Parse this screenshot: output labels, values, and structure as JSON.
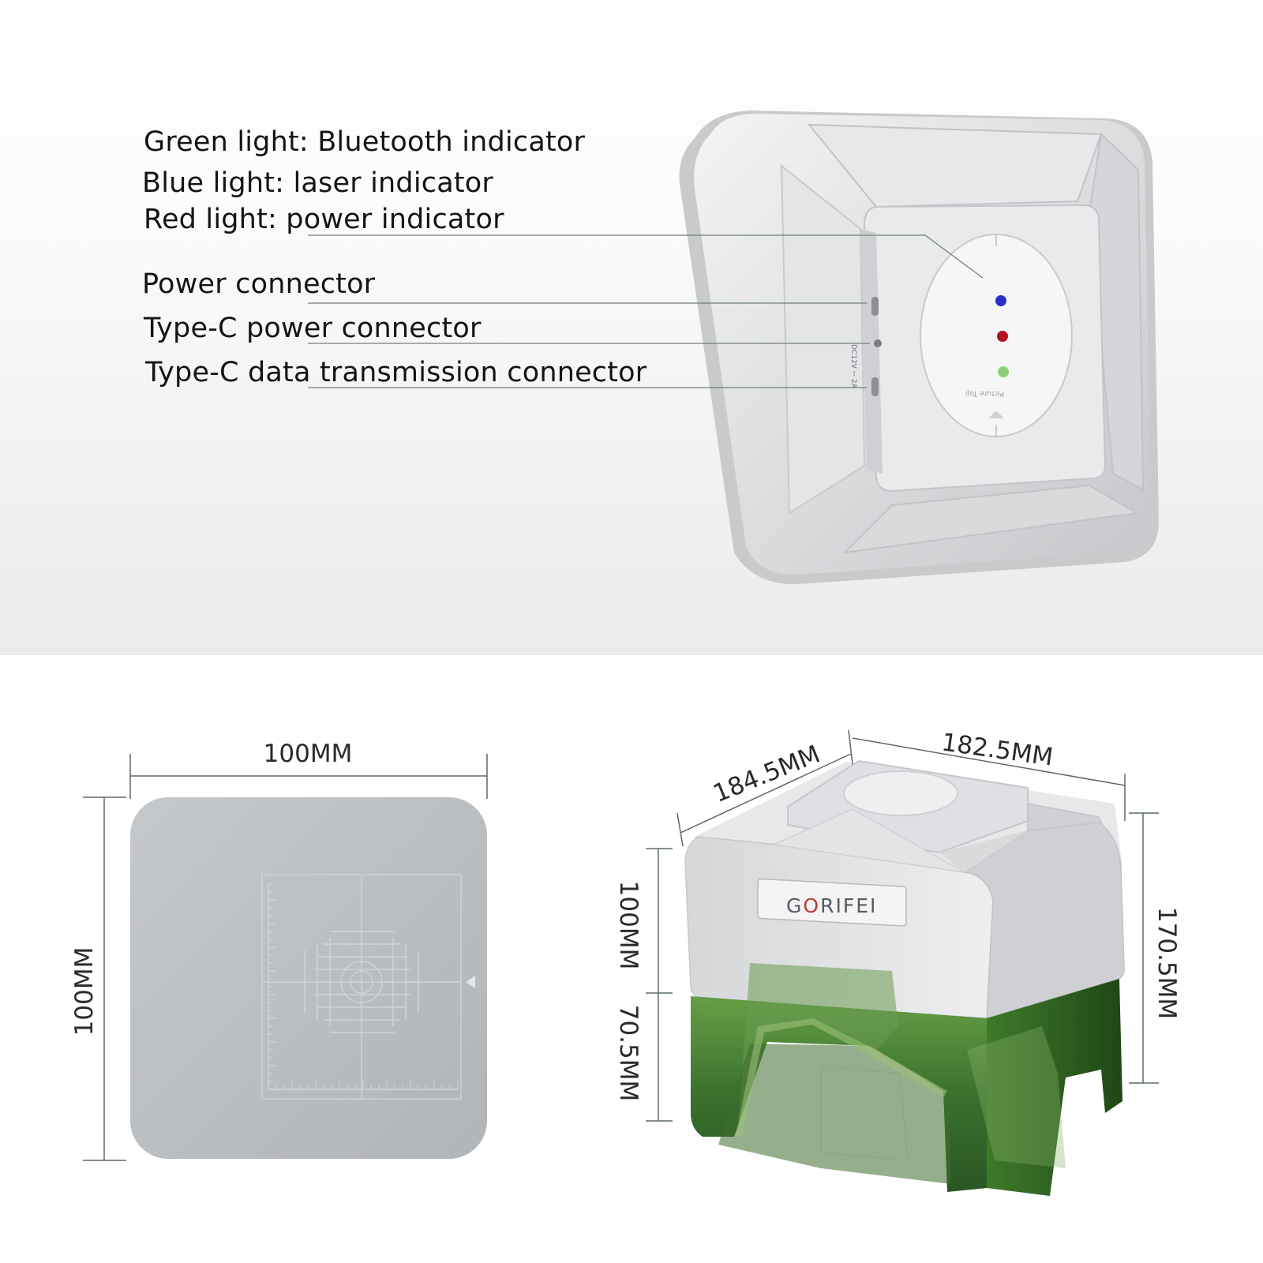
{
  "callouts": [
    {
      "id": "bluetooth",
      "label": "Green light: Bluetooth indicator"
    },
    {
      "id": "laser",
      "label": "Blue light: laser indicator"
    },
    {
      "id": "power-light",
      "label": "Red light: power indicator"
    },
    {
      "id": "power-connector",
      "label": "Power connector"
    },
    {
      "id": "typec-power",
      "label": "Type-C power connector"
    },
    {
      "id": "typec-data",
      "label": "Type-C data transmission connector"
    }
  ],
  "indicator_colors": {
    "blue": "#2a2fc8",
    "red": "#b01020",
    "green": "#8fcf7a"
  },
  "port_labels": {
    "dc": "DC12V ⎓ 2A",
    "picture_top": "Picture Top"
  },
  "engraving_area": {
    "width_label": "100MM",
    "height_label": "100MM"
  },
  "machine": {
    "brand": "GORIFEI",
    "depth_label": "184.5MM",
    "width_label": "182.5MM",
    "top_height_label": "100MM",
    "bottom_height_label": "70.5MM",
    "total_height_label": "170.5MM"
  },
  "colors": {
    "silver": "#d9dadc",
    "green_shield": "#2f6a22",
    "plate": "#b9bcbe",
    "dimension_line": "#5c6b62"
  }
}
